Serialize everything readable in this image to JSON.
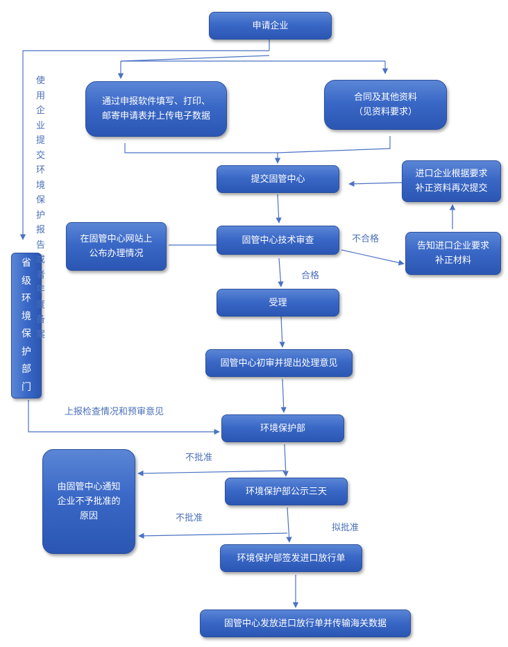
{
  "nodes": {
    "apply_company": "申请企业",
    "fill_software_l1": "通过申报软件填写、打印、",
    "fill_software_l2": "邮寄申请表并上传电子数据",
    "contract_l1": "合同及其他资料",
    "contract_l2": "（见资料要求）",
    "submit_center": "提交固管中心",
    "resubmit_l1": "进口企业根据要求",
    "resubmit_l2": "补正资料再次提交",
    "publish_l1": "在固管中心网站上",
    "publish_l2": "公布办理情况",
    "tech_review": "固管中心技术审查",
    "notify_supplement_l1": "告知进口企业要求",
    "notify_supplement_l2": "补正材料",
    "accept": "受理",
    "initial_review": "固管中心初审并提出处理意见",
    "provincial_epd": "省级环境保护部门",
    "mep": "环境保护部",
    "reject_notice_l1": "由固管中心通知",
    "reject_notice_l2": "企业不予批准的",
    "reject_notice_l3": "原因",
    "publicity": "环境保护部公示三天",
    "sign_permit": "环境保护部签发进口放行单",
    "issue_permit": "固管中心发放进口放行单并传输海关数据"
  },
  "labels": {
    "side_note": "使用企业提交环境保护报告或者年度备案",
    "unqualified": "不合格",
    "qualified": "合格",
    "report_opinion": "上报检查情况和预审意见",
    "not_approved_1": "不批准",
    "not_approved_2": "不批准",
    "approve": "拟批准"
  },
  "colors": {
    "box_fill": "#3a68c6",
    "arrow": "#4a72c4",
    "label_text": "#4a6fb8"
  }
}
